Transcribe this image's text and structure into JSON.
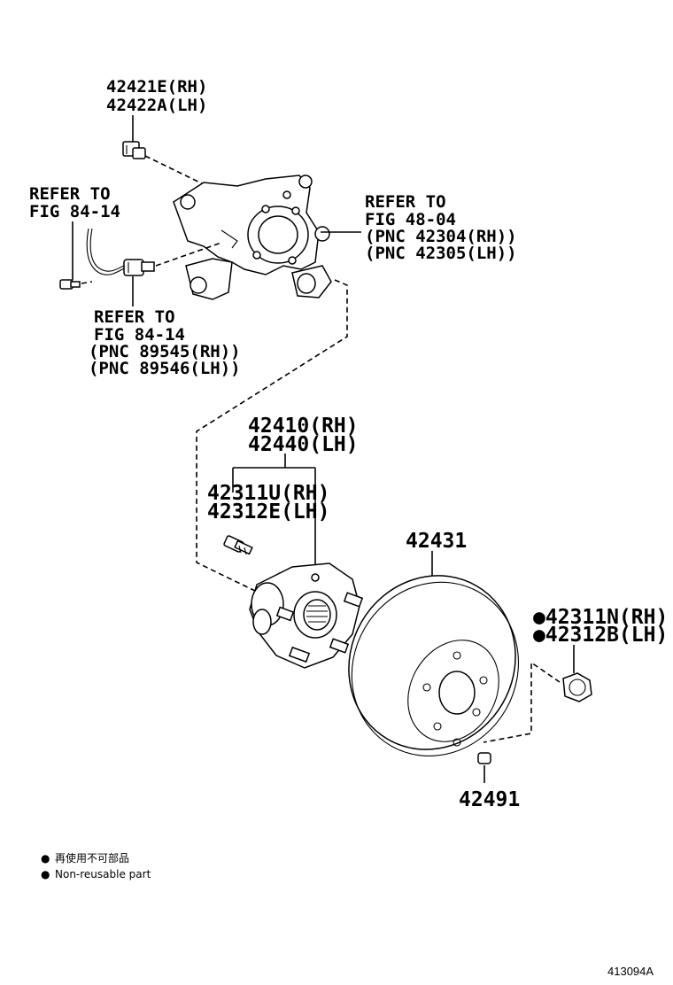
{
  "labels": {
    "bolt_top": [
      "42421E(RH)",
      "42422A(LH)"
    ],
    "refer_sensor_bolt": [
      "REFER TO",
      "FIG 84-14"
    ],
    "refer_knuckle": [
      "REFER TO",
      "FIG 48-04",
      "(PNC 42304(RH))",
      "(PNC 42305(LH))"
    ],
    "refer_sensor": [
      "REFER TO",
      "FIG 84-14",
      "(PNC 89545(RH))",
      "(PNC 89546(LH))"
    ],
    "hub": [
      "42410(RH)",
      "42440(LH)"
    ],
    "hub_bolt": [
      "42311U(RH)",
      "42312E(LH)"
    ],
    "disc": "42431",
    "nut": [
      "●42311N(RH)",
      "●42312B(LH)"
    ],
    "plug": "42491"
  },
  "legend": {
    "jp": "再使用不可部品",
    "en": "Non-reusable part",
    "bullet": "●"
  },
  "figure_code": "413094A",
  "icons": {
    "legend_bullet": "filled-circle-icon"
  }
}
